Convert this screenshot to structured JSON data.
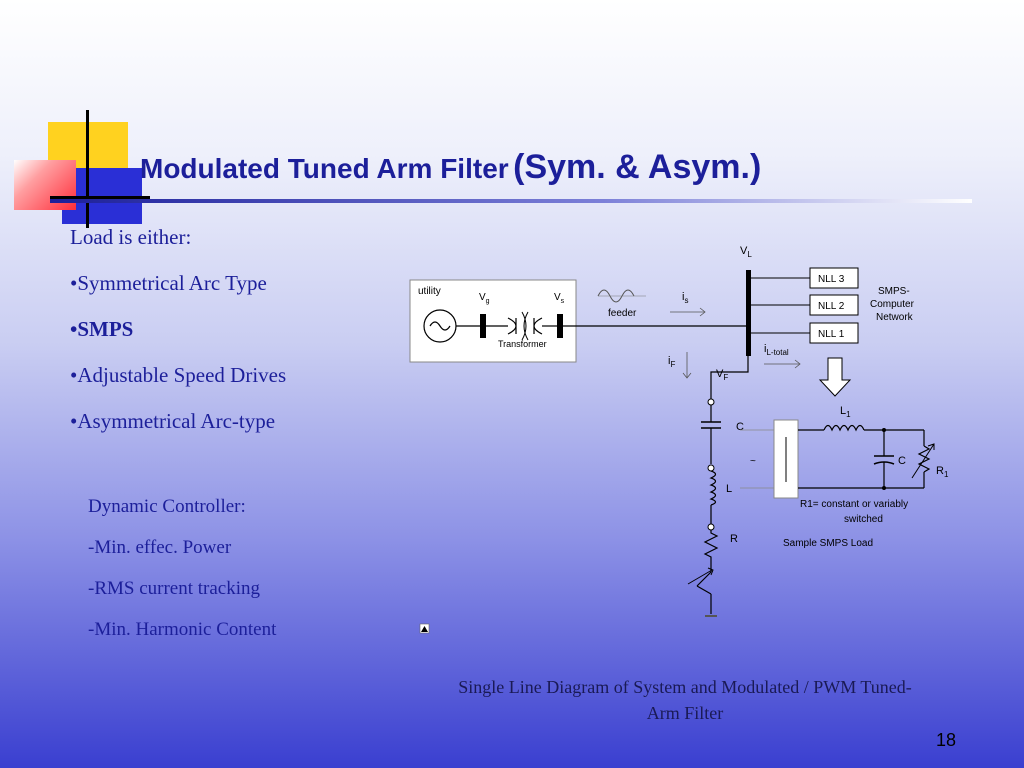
{
  "slide": {
    "title_main": "Modulated Tuned Arm Filter",
    "title_sub": "(Sym. & Asym.)",
    "bullets": [
      "Load is either:",
      "•Symmetrical Arc Type",
      "•SMPS",
      "•Adjustable Speed Drives",
      "•Asymmetrical Arc-type"
    ],
    "controller": [
      "Dynamic Controller:",
      "-Min. effec. Power",
      "-RMS current tracking",
      "-Min. Harmonic Content"
    ],
    "caption_line1": "Single Line Diagram of System and Modulated / PWM Tuned-",
    "caption_line2": "Arm Filter",
    "page_number": "18"
  },
  "diagram": {
    "utility": "utility",
    "vg": "V",
    "vg_sub": "g",
    "vs": "V",
    "vs_sub": "s",
    "transformer": "Transformer",
    "feeder": "feeder",
    "is": "i",
    "is_sub": "s",
    "vl": "V",
    "vl_sub": "L",
    "nll3": "NLL 3",
    "nll2": "NLL 2",
    "nll1": "NLL 1",
    "network_line1": "SMPS-",
    "network_line2": "Computer",
    "network_line3": "Network",
    "il_total": "i",
    "il_total_sub": "L-total",
    "if": "i",
    "if_sub": "F",
    "vf": "V",
    "vf_sub": "F",
    "c_filter": "C",
    "l_filter": "L",
    "r_filter": "R",
    "tilde": "~",
    "l1": "L",
    "l1_sub": "1",
    "c_load": "C",
    "r1": "R",
    "r1_sub": "1",
    "note_line1": "R1= constant or variably",
    "note_line2": "switched",
    "load_label": "Sample SMPS Load"
  }
}
